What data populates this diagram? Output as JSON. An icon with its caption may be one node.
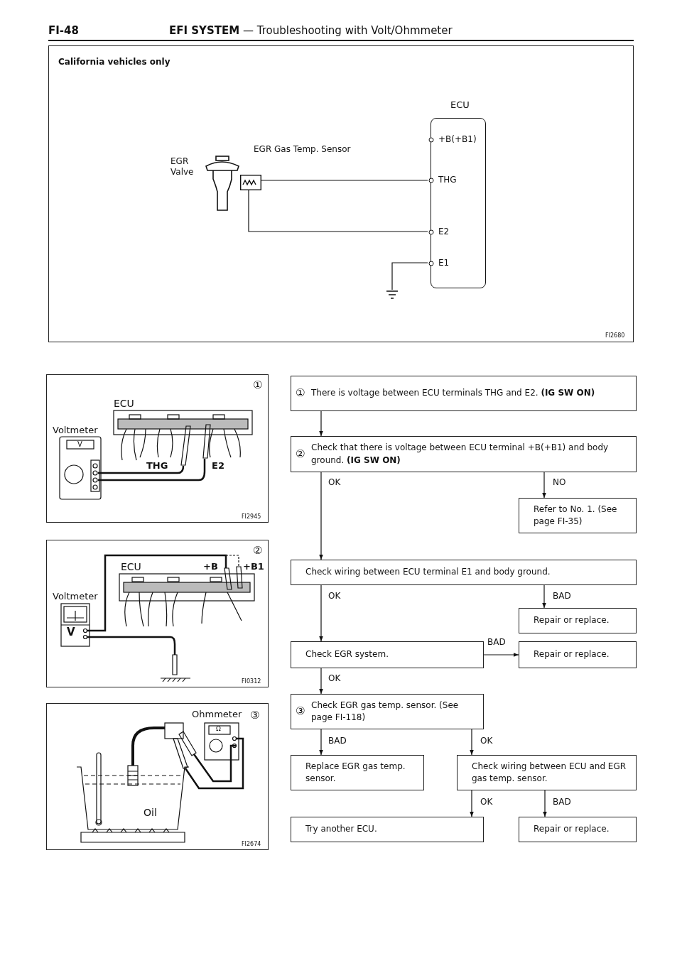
{
  "diagram": {
    "title": "**EFI SYSTEM** — Troubleshooting with Volt/Ohmmeter",
    "nodes": [
      {
        "text": [
          "ECU"
        ]
      },
      {
        "text": [
          "+B(+B1)"
        ],
        "in": 0
      },
      {
        "text": [
          "THG"
        ],
        "in": 0
      },
      {
        "text": [
          "E2"
        ],
        "in": 0
      },
      {
        "text": [
          "E1"
        ],
        "in": 0
      },
      {
        "text": [
          "EGR Valve"
        ]
      },
      {
        "text": [
          "EGR Gas Temp. Sensor"
        ]
      },
      {
        "text": [],
        "shape": "ground"
      },
      {
        "text": [
          "①",
          "There is voltage between ECU terminals THG and E2. **(IG SW ON)**"
        ]
      },
      {
        "text": [
          "②",
          "Check that there is voltage between ECU terminal +B(+B1) and body ground. **(IG SW ON)**"
        ]
      },
      {
        "text": [
          "Refer to No. 1. (See page FI-35)"
        ]
      },
      {
        "text": [
          "Check wiring between ECU terminal E1 and body ground."
        ]
      },
      {
        "text": [
          "Repair or replace."
        ]
      },
      {
        "text": [
          "Check EGR system."
        ]
      },
      {
        "text": [
          "Repair or replace."
        ]
      },
      {
        "text": [
          "③",
          "Check EGR gas temp. sensor. (See page FI-118)"
        ]
      },
      {
        "text": [
          "Replace EGR gas temp. sensor."
        ]
      },
      {
        "text": [
          "Check wiring between ECU and EGR gas temp. sensor."
        ]
      },
      {
        "text": [
          "Try another ECU."
        ]
      },
      {
        "text": [
          "Repair or replace."
        ]
      }
    ],
    "edges": [
      {
        "from": 6,
        "to": 2,
        "arrow": "none"
      },
      {
        "from": 6,
        "to": 3,
        "arrow": "none"
      },
      {
        "from": 4,
        "to": 7,
        "arrow": "none"
      },
      {
        "from": 8,
        "to": 9,
        "arrow": "to"
      },
      {
        "from": 9,
        "to": 11,
        "arrow": "to",
        "label": "OK"
      },
      {
        "from": 9,
        "to": 10,
        "arrow": "to",
        "label": "NO"
      },
      {
        "from": 11,
        "to": 13,
        "arrow": "to",
        "label": "OK"
      },
      {
        "from": 11,
        "to": 12,
        "arrow": "to",
        "label": "BAD"
      },
      {
        "from": 13,
        "to": 14,
        "arrow": "to",
        "label": "BAD"
      },
      {
        "from": 13,
        "to": 15,
        "arrow": "to",
        "label": "OK"
      },
      {
        "from": 15,
        "to": 16,
        "arrow": "to",
        "label": "BAD"
      },
      {
        "from": 15,
        "to": 17,
        "arrow": "to",
        "label": "OK"
      },
      {
        "from": 17,
        "to": 18,
        "arrow": "to",
        "label": "OK"
      },
      {
        "from": 17,
        "to": 19,
        "arrow": "to",
        "label": "BAD"
      }
    ],
    "labels": [
      "FI-48",
      "California vehicles only",
      "FI2680",
      "①",
      "ECU",
      "Voltmeter",
      "V",
      "THG",
      "E2",
      "FI2945",
      "②",
      "ECU",
      "+B",
      "+B1",
      "Voltmeter",
      "V",
      "FI0312",
      "Ohmmeter",
      "③",
      "Ω",
      "Oil",
      "FI2674"
    ]
  }
}
